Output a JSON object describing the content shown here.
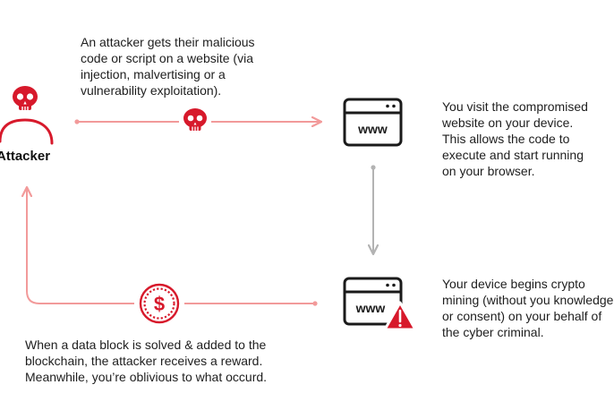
{
  "attacker": {
    "label": "Attacker"
  },
  "steps": {
    "step1": {
      "lines": [
        "An attacker gets their malicious",
        "code or script on a website (via",
        "injection, malvertising or a",
        "vulnerability exploitation)."
      ]
    },
    "step2": {
      "lines": [
        "You visit the compromised",
        "website on your device.",
        "This allows the code to",
        "execute and start running",
        "on your browser."
      ]
    },
    "step3": {
      "lines": [
        "Your device begins crypto",
        "mining (without you knowledge",
        "or consent) on your behalf of",
        "the cyber criminal."
      ]
    },
    "step4": {
      "lines": [
        "When a data block is solved & added to the",
        "blockchain, the attacker receives a reward.",
        "Meanwhile, you’re oblivious to what occurd."
      ]
    }
  },
  "browser": {
    "address_text": "www"
  },
  "reward": {
    "symbol": "$"
  },
  "colors": {
    "accent_red": "#d7192b",
    "arrow_pink": "#f29a9a",
    "arrow_gray": "#b3b3b3",
    "dark": "#1a1a1a"
  },
  "icons": {
    "attacker": "skull-icon",
    "payload": "skull-icon",
    "website": "browser-window-icon",
    "compromised": "warning-triangle-icon",
    "reward": "dollar-coin-icon"
  }
}
